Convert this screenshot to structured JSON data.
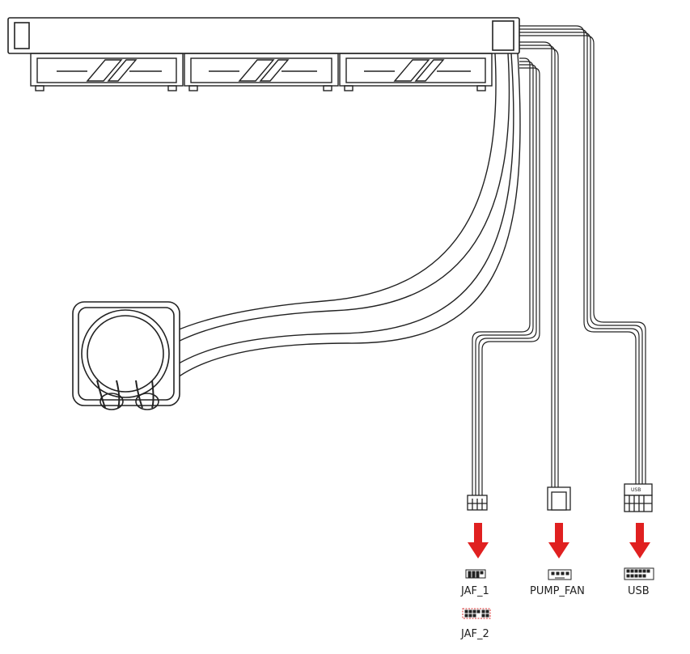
{
  "labels": {
    "jaf1": "JAF_1",
    "jaf2": "JAF_2",
    "pump_fan": "PUMP_FAN",
    "usb": "USB",
    "usb_plug_text": "USB"
  },
  "colors": {
    "line": "#222222",
    "arrow": "#e02020",
    "highlight": "#d93030"
  },
  "icons": [
    "radiator",
    "fan",
    "pump-block",
    "tube",
    "argb-connector",
    "fan-connector",
    "usb-connector",
    "down-arrow",
    "header-pins"
  ]
}
